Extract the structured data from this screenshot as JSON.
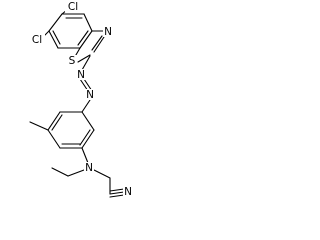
{
  "molecule": {
    "atoms": {
      "cl_top": "Cl",
      "cl_left": "Cl",
      "sulfur": "S",
      "nitrogen_thiazole": "N",
      "nitrogen_azo_1": "N",
      "nitrogen_azo_2": "N",
      "nitrogen_amine": "N",
      "nitrogen_nitrile": "N"
    }
  }
}
